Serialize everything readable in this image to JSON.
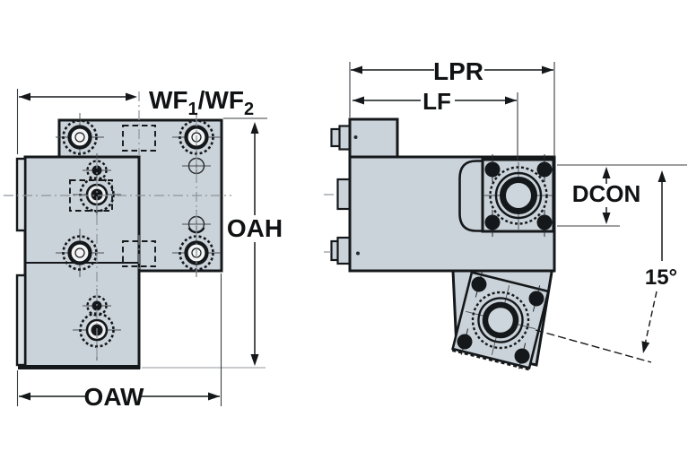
{
  "drawing": {
    "front_view": {
      "labels": {
        "wf_main1": "WF",
        "wf_sub1": "1",
        "wf_main2": "/WF",
        "wf_sub2": "2",
        "oah": "OAH",
        "oaw": "OAW"
      }
    },
    "side_view": {
      "labels": {
        "lpr": "LPR",
        "lf": "LF",
        "dcon": "DCON",
        "angle": "15°"
      }
    },
    "colors": {
      "body_fill": "#cbd3da",
      "tab_fill": "#dde2e7",
      "outline": "#15181a",
      "centerline": "#8d949b",
      "dimension": "#15181a"
    }
  }
}
